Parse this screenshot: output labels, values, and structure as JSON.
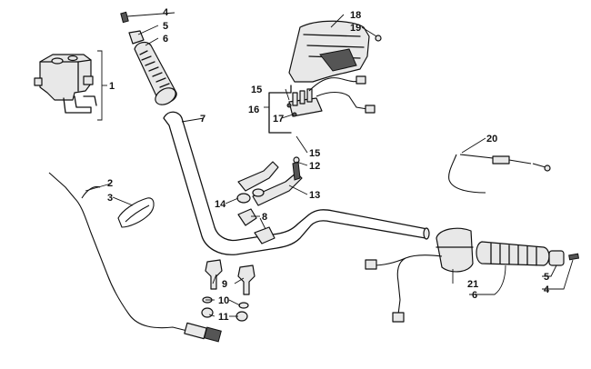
{
  "callouts": [
    {
      "id": "c1",
      "text": "1"
    },
    {
      "id": "c2",
      "text": "2"
    },
    {
      "id": "c3",
      "text": "3"
    },
    {
      "id": "c4a",
      "text": "4"
    },
    {
      "id": "c5a",
      "text": "5"
    },
    {
      "id": "c6a",
      "text": "6"
    },
    {
      "id": "c7",
      "text": "7"
    },
    {
      "id": "c8",
      "text": "8"
    },
    {
      "id": "c9",
      "text": "9"
    },
    {
      "id": "c10",
      "text": "10"
    },
    {
      "id": "c11",
      "text": "11"
    },
    {
      "id": "c12",
      "text": "12"
    },
    {
      "id": "c13",
      "text": "13"
    },
    {
      "id": "c14",
      "text": "14"
    },
    {
      "id": "c15a",
      "text": "15"
    },
    {
      "id": "c15b",
      "text": "15"
    },
    {
      "id": "c16",
      "text": "16"
    },
    {
      "id": "c17",
      "text": "17"
    },
    {
      "id": "c18",
      "text": "18"
    },
    {
      "id": "c19",
      "text": "19"
    },
    {
      "id": "c20",
      "text": "20"
    },
    {
      "id": "c21",
      "text": "21"
    },
    {
      "id": "c6b",
      "text": "6"
    },
    {
      "id": "c5b",
      "text": "5"
    },
    {
      "id": "c4b",
      "text": "4"
    }
  ]
}
